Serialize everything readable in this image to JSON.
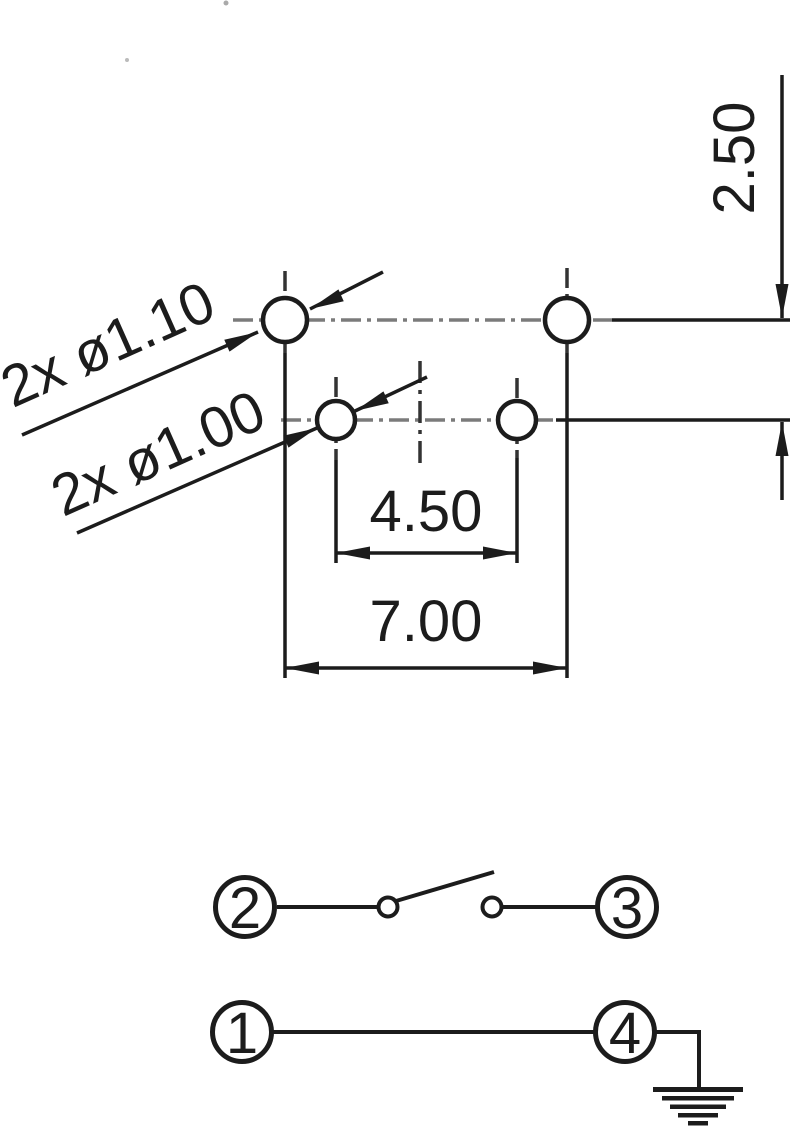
{
  "drawing_type": "tactile-switch footprint and schematic",
  "colors": {
    "line": "#1c1c1c",
    "centerline_horizontal": "#7b7b7b",
    "centerline_vertical": "#333333",
    "background": "#ffffff"
  },
  "footprint": {
    "hole_label_large": "2x ø1.10",
    "hole_label_small": "2x ø1.00",
    "dim_vertical_pitch": "2.50",
    "dim_inner_pitch": "4.50",
    "dim_outer_pitch": "7.00"
  },
  "schematic": {
    "terminals": [
      {
        "label": "2"
      },
      {
        "label": "3"
      },
      {
        "label": "1"
      },
      {
        "label": "4"
      }
    ]
  }
}
